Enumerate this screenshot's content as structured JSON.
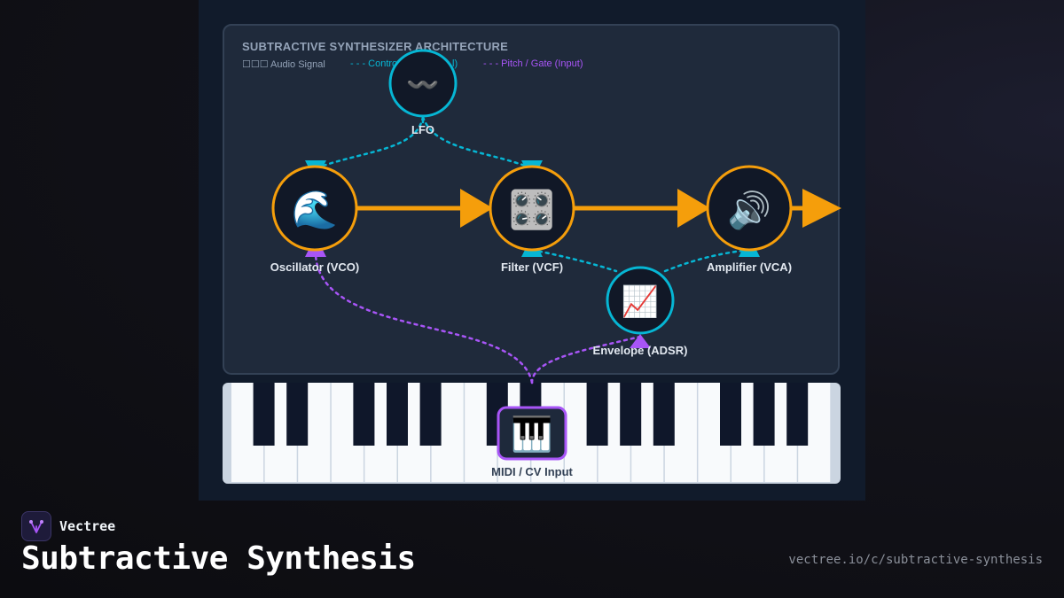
{
  "diagram": {
    "title": "SUBTRACTIVE SYNTHESIZER ARCHITECTURE",
    "legend": {
      "audio": "☐☐☐ Audio Signal",
      "control": "- - - Contro",
      "control_tail": "l)",
      "pitch": "- - - Pitch / Gate (Input)"
    },
    "nodes": {
      "lfo": {
        "label": "LFO",
        "icon": "〰️"
      },
      "vco": {
        "label": "Oscillator (VCO)",
        "icon": "🌊"
      },
      "vcf": {
        "label": "Filter (VCF)",
        "icon": "🎛️"
      },
      "vca": {
        "label": "Amplifier (VCA)",
        "icon": "🔊"
      },
      "adsr": {
        "label": "Envelope (ADSR)",
        "icon": "📈"
      },
      "midi": {
        "label": "MIDI / CV Input",
        "icon": "🎹"
      }
    },
    "colors": {
      "audio": "#f59e0b",
      "control": "#06b6d4",
      "pitch": "#a855f7",
      "node_fill": "#111827"
    }
  },
  "footer": {
    "brand": "Vectree",
    "title": "Subtractive Synthesis",
    "url": "vectree.io/c/subtractive-synthesis"
  }
}
